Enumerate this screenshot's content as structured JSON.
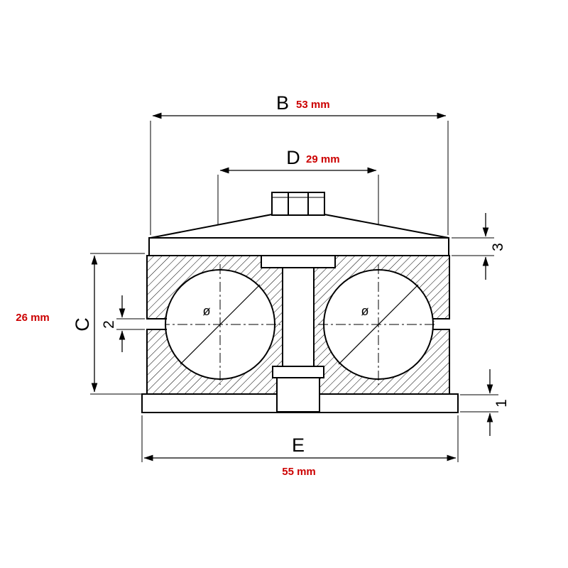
{
  "drawing": {
    "type": "technical-cross-section-pipe-clamp",
    "dims": {
      "B": {
        "label": "B",
        "value": "53 mm"
      },
      "D": {
        "label": "D",
        "value": "29 mm"
      },
      "C": {
        "label": "C",
        "value": "26 mm"
      },
      "E": {
        "label": "E",
        "value": "55 mm"
      },
      "top_thickness": {
        "label": "3"
      },
      "slit": {
        "label": "2"
      },
      "base_thickness": {
        "label": "1"
      }
    },
    "symbols": {
      "diameter": "ø"
    },
    "colors": {
      "dimension_value": "#cc0000",
      "line": "#000000",
      "background": "#ffffff"
    }
  }
}
